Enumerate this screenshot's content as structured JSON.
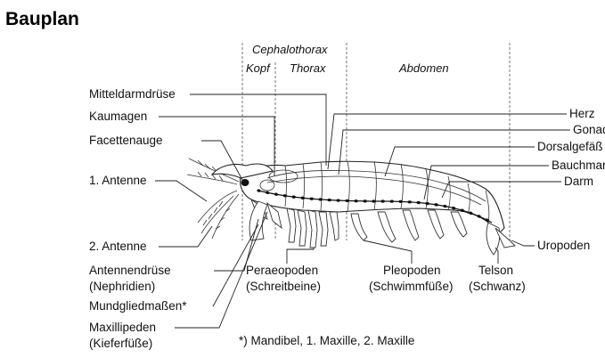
{
  "title": "Bauplan",
  "regions": {
    "cephalothorax": "Cephalothorax",
    "kopf": "Kopf",
    "thorax": "Thorax",
    "abdomen": "Abdomen"
  },
  "labels_left": {
    "mitteldarmdruese": "Mitteldarmdrüse",
    "kaumagen": "Kaumagen",
    "facettenauge": "Facettenauge",
    "antenne1": "1. Antenne",
    "antenne2": "2. Antenne",
    "antennendruese": "Antennendrüse",
    "nephridien": "(Nephridien)",
    "mundgliedmassen": "Mundgliedmaßen*",
    "maxillipeden": "Maxillipeden",
    "kieferfuesse": "(Kieferfüße)"
  },
  "labels_right": {
    "herz": "Herz",
    "gonade": "Gonade",
    "dorsalgefaess": "Dorsalgefäß",
    "bauchmark": "Bauchmark",
    "darm": "Darm",
    "uropoden": "Uropoden"
  },
  "labels_bottom": {
    "peraeopoden": "Peraeopoden",
    "schreitbeine": "(Schreitbeine)",
    "pleopoden": "Pleopoden",
    "schwimmfuesse": "(Schwimmfüße)",
    "telson": "Telson",
    "schwanz": "(Schwanz)"
  },
  "footnote": "*) Mandibel, 1. Maxille, 2. Maxille"
}
